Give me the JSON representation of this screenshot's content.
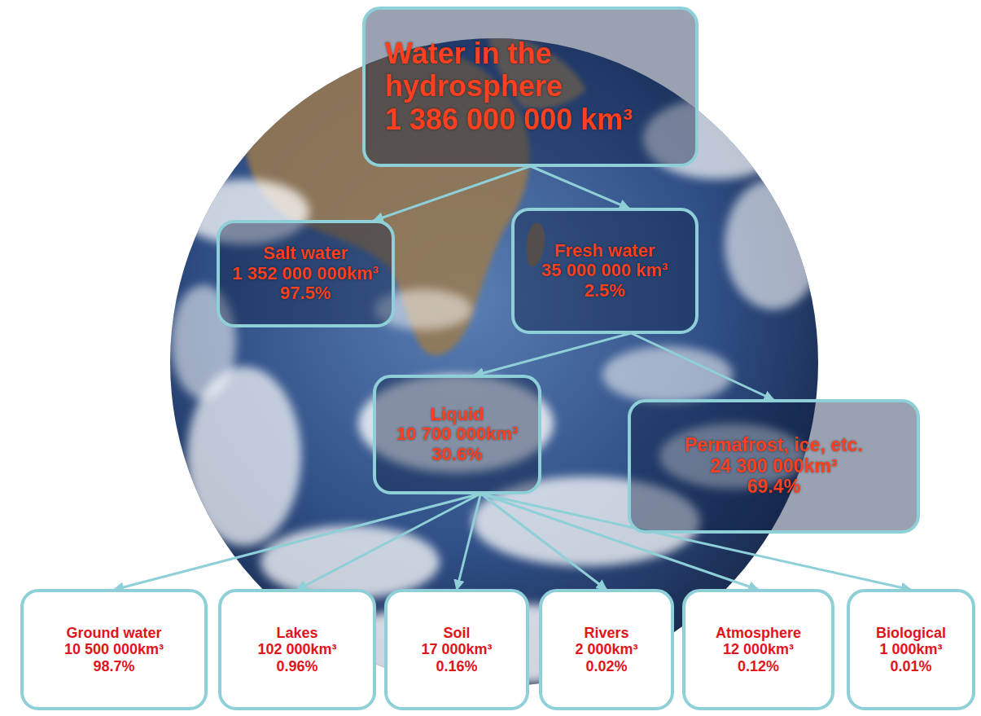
{
  "diagram": {
    "nodes": [
      {
        "text": [
          "Water in the hydrosphere",
          "1 386 000 000 km³"
        ]
      },
      {
        "text": [
          "Salt water",
          "1 352 000 000km³",
          "97.5%"
        ]
      },
      {
        "text": [
          "Fresh water",
          "35 000 000 km³",
          "2.5%"
        ]
      },
      {
        "text": [
          "Liquid",
          "10 700 000km³",
          "30.6%"
        ]
      },
      {
        "text": [
          "Permafrost, ice, etc.",
          "24 300 000km³",
          "69.4%"
        ]
      },
      {
        "text": [
          "Ground water",
          "10 500 000km³",
          "98.7%"
        ]
      },
      {
        "text": [
          "Lakes",
          "102 000km³",
          "0.96%"
        ]
      },
      {
        "text": [
          "Soil",
          "17 000km³",
          "0.16%"
        ]
      },
      {
        "text": [
          "Rivers",
          "2 000km³",
          "0.02%"
        ]
      },
      {
        "text": [
          "Atmosphere",
          "12 000km³",
          "0.12%"
        ]
      },
      {
        "text": [
          "Biological",
          "1 000km³",
          "0.01%"
        ]
      }
    ],
    "edges": [
      {
        "from": 0,
        "to": 1,
        "arrow": "to"
      },
      {
        "from": 0,
        "to": 2,
        "arrow": "to"
      },
      {
        "from": 2,
        "to": 3,
        "arrow": "to"
      },
      {
        "from": 2,
        "to": 4,
        "arrow": "to"
      },
      {
        "from": 3,
        "to": 5,
        "arrow": "to"
      },
      {
        "from": 3,
        "to": 6,
        "arrow": "to"
      },
      {
        "from": 3,
        "to": 7,
        "arrow": "to"
      },
      {
        "from": 3,
        "to": 8,
        "arrow": "to"
      },
      {
        "from": 3,
        "to": 9,
        "arrow": "to"
      },
      {
        "from": 3,
        "to": 10,
        "arrow": "to"
      }
    ]
  }
}
